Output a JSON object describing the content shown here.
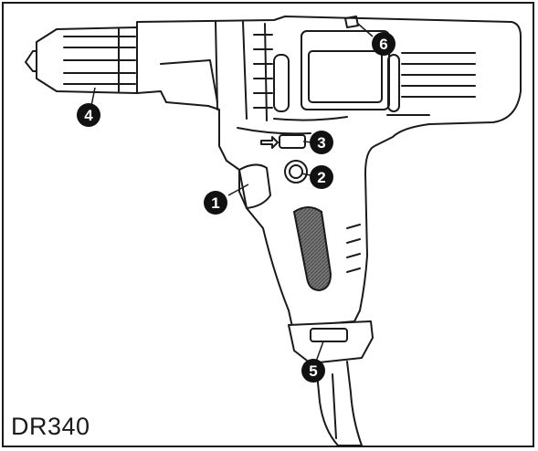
{
  "model_label": "DR340",
  "callouts": [
    {
      "number": "1",
      "part": "trigger-switch"
    },
    {
      "number": "2",
      "part": "lock-on-button"
    },
    {
      "number": "3",
      "part": "forward-reverse-slider"
    },
    {
      "number": "4",
      "part": "keyless-chuck"
    },
    {
      "number": "5",
      "part": "cord-protector"
    },
    {
      "number": "6",
      "part": "motor-vents"
    }
  ],
  "colors": {
    "line": "#1a1a1a",
    "grip": "#5a5a5a",
    "callout_fill": "#111111",
    "background": "#ffffff"
  }
}
